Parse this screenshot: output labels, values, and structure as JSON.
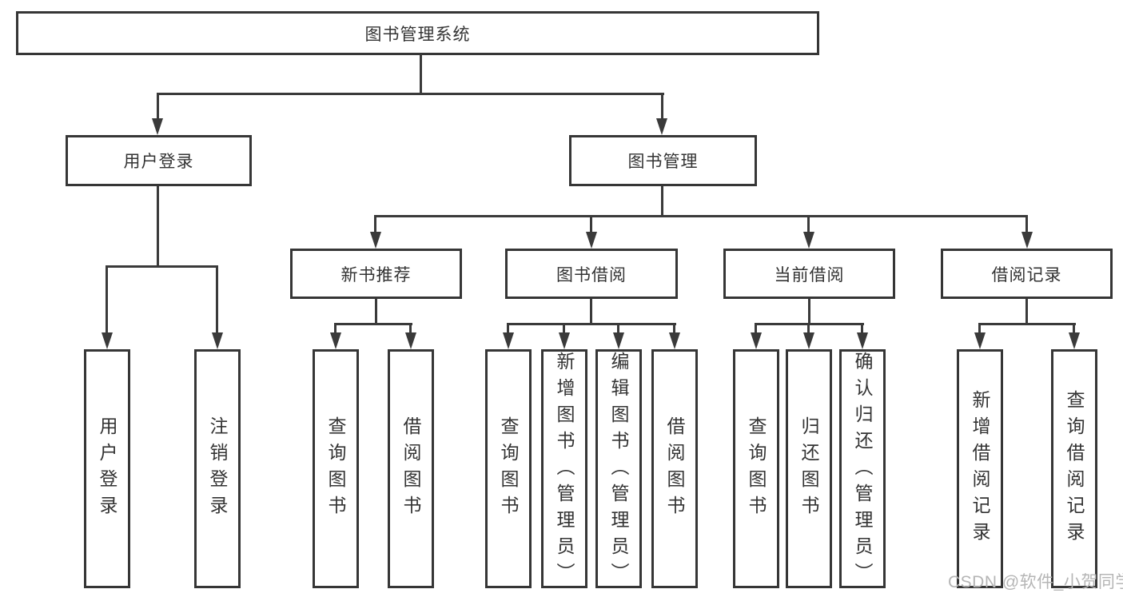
{
  "watermark": "CSDN @软件_小贺同学",
  "colors": {
    "line": "#3a3a3a",
    "box_border": "#363636",
    "text": "#333333",
    "background": "#ffffff",
    "watermark_text": "#b5b5b5"
  },
  "tree": {
    "root": {
      "label": "图书管理系统"
    },
    "branches": [
      {
        "label": "用户登录",
        "children": [
          {
            "label": "用户登录"
          },
          {
            "label": "注销登录"
          }
        ]
      },
      {
        "label": "图书管理",
        "children": [
          {
            "label": "新书推荐",
            "children": [
              {
                "label": "查询图书"
              },
              {
                "label": "借阅图书"
              }
            ]
          },
          {
            "label": "图书借阅",
            "children": [
              {
                "label": "查询图书"
              },
              {
                "label": "新增图书（管理员）"
              },
              {
                "label": "编辑图书（管理员）"
              },
              {
                "label": "借阅图书"
              }
            ]
          },
          {
            "label": "当前借阅",
            "children": [
              {
                "label": "查询图书"
              },
              {
                "label": "归还图书"
              },
              {
                "label": "确认归还（管理员）"
              }
            ]
          },
          {
            "label": "借阅记录",
            "children": [
              {
                "label": "新增借阅记录"
              },
              {
                "label": "查询借阅记录"
              }
            ]
          }
        ]
      }
    ]
  }
}
